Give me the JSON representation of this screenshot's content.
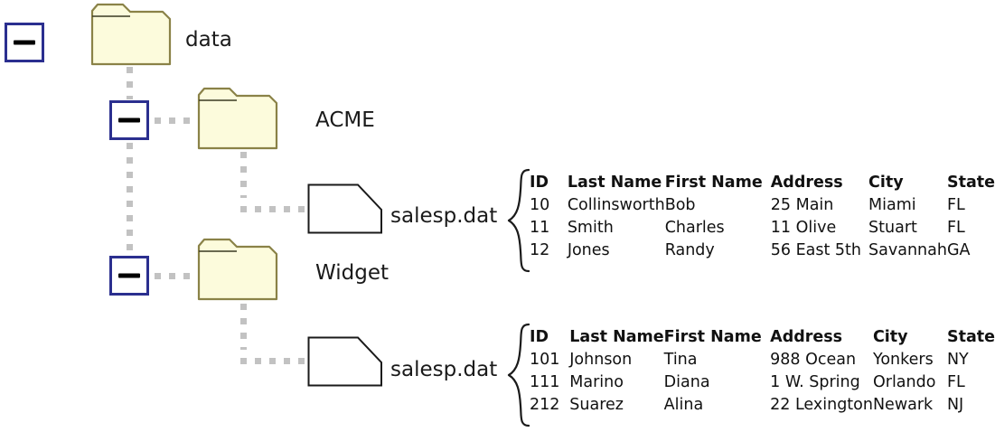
{
  "diagram": {
    "title": "File system tree with data file record listings",
    "colors": {
      "folder_fill": "#fcfbdc",
      "folder_border": "#8a8247",
      "minus_box_border": "#2b2f8f",
      "connector": "#c2c2c2",
      "file_border": "#1a1a1a",
      "text": "#1a1a1a"
    },
    "nodes": [
      {
        "id": "root",
        "type": "toggle",
        "state": "expanded",
        "icon": "minus-box-icon"
      },
      {
        "id": "data",
        "type": "folder",
        "label": "data",
        "icon": "folder-icon",
        "toggle_state": "expanded"
      },
      {
        "id": "acme",
        "type": "folder",
        "label": "ACME",
        "icon": "folder-icon",
        "toggle_state": "expanded"
      },
      {
        "id": "widget",
        "type": "folder",
        "label": "Widget",
        "icon": "folder-icon",
        "toggle_state": "expanded"
      },
      {
        "id": "acme_file",
        "type": "file",
        "label": "salesp.dat",
        "icon": "file-icon"
      },
      {
        "id": "widget_file",
        "type": "file",
        "label": "salesp.dat",
        "icon": "file-icon"
      }
    ]
  },
  "tables": [
    {
      "id": "acme-records",
      "source": "salesp.dat",
      "columns": [
        "ID",
        "Last Name",
        "First Name",
        "Address",
        "City",
        "State"
      ],
      "rows": [
        [
          "10",
          "Collinsworth",
          "Bob",
          "25 Main",
          "Miami",
          "FL"
        ],
        [
          "11",
          "Smith",
          "Charles",
          "11 Olive",
          "Stuart",
          "FL"
        ],
        [
          "12",
          "Jones",
          "Randy",
          "56 East 5th",
          "Savannah",
          "GA"
        ]
      ]
    },
    {
      "id": "widget-records",
      "source": "salesp.dat",
      "columns": [
        "ID",
        "Last Name",
        "First Name",
        "Address",
        "City",
        "State"
      ],
      "rows": [
        [
          "101",
          "Johnson",
          "Tina",
          "988 Ocean",
          "Yonkers",
          "NY"
        ],
        [
          "111",
          "Marino",
          "Diana",
          "1 W. Spring",
          "Orlando",
          "FL"
        ],
        [
          "212",
          "Suarez",
          "Alina",
          "22 Lexington",
          "Newark",
          "NJ"
        ]
      ]
    }
  ]
}
